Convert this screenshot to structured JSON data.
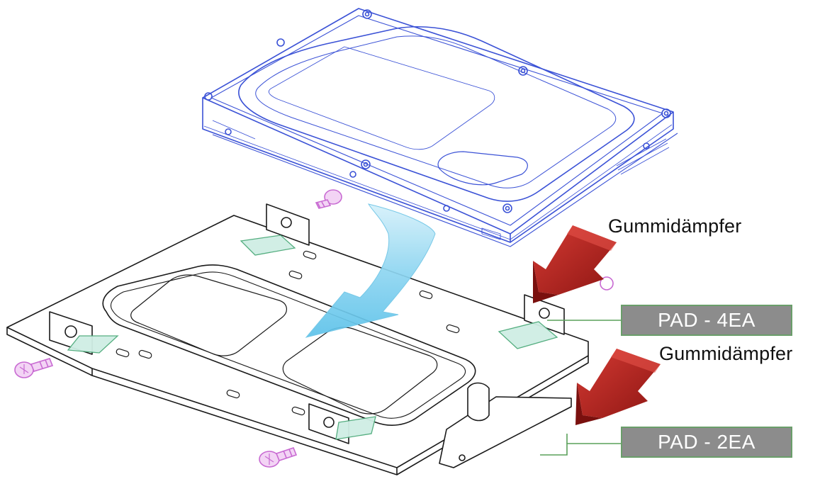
{
  "labels": {
    "damper_top": "Gummidämpfer",
    "damper_bottom": "Gummidämpfer",
    "pad_top": "PAD - 4EA",
    "pad_bottom": "PAD - 2EA"
  },
  "colors": {
    "drive_line": "#3b52d6",
    "bracket_line": "#1a1a1a",
    "pad_fill": "#cfeee4",
    "pad_line": "#4caa7a",
    "screw": "#c86ad2",
    "arrow_red": "#b3201e",
    "arrow_blue": "#7fd0ee",
    "label_box": "#8c8c8c",
    "leader_line": "#5aa05a"
  },
  "icons": {
    "hard-drive": "hdd-outline",
    "bracket": "mounting-tray",
    "screw": "screw",
    "insert-arrow": "curved-arrow",
    "pointer-arrow": "thick-arrow"
  }
}
